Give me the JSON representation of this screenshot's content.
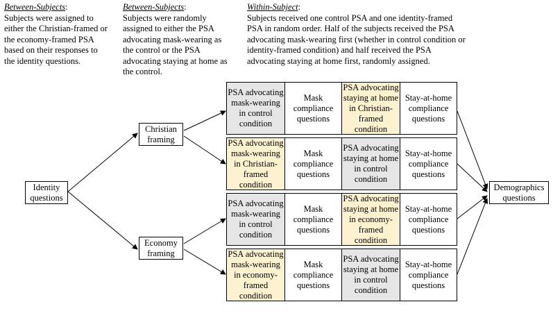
{
  "notes": [
    {
      "heading": "Between-Subjects",
      "suffix": ":",
      "text": "Subjects were assigned to either the Christian-framed or the economy-framed PSA based on their responses to the identity questions."
    },
    {
      "heading": "Between-Subjects",
      "suffix": ":",
      "text": "Subjects were randomly assigned to either the PSA advocating mask-wearing as the control or the PSA advocating staying at home as the control."
    },
    {
      "heading": "Within-Subject",
      "suffix": ":",
      "text": "Subjects received one control PSA and one identity-framed PSA in random order. Half of the subjects received the PSA advocating mask-wearing first (whether in control condition or identity-framed condition) and half received the PSA advocating staying at home first, randomly assigned."
    }
  ],
  "nodes": {
    "identity": "Identity questions",
    "christian": "Christian framing",
    "economy": "Economy framing",
    "demographics": "Demographics questions"
  },
  "rows": [
    {
      "cells": [
        "PSA advocating mask-wearing in control condition",
        "Mask compliance questions",
        "PSA advocating staying at home in Christian-framed condition",
        "Stay-at-home compliance questions"
      ],
      "colors": [
        "#e6e6e6",
        "#ffffff",
        "#fdf2d0",
        "#ffffff"
      ]
    },
    {
      "cells": [
        "PSA advocating mask-wearing in Christian-framed condition",
        "Mask compliance questions",
        "PSA advocating staying at home in control condition",
        "Stay-at-home compliance questions"
      ],
      "colors": [
        "#fdf2d0",
        "#ffffff",
        "#e6e6e6",
        "#ffffff"
      ]
    },
    {
      "cells": [
        "PSA advocating mask-wearing in control condition",
        "Mask compliance questions",
        "PSA advocating staying at home in economy-framed condition",
        "Stay-at-home compliance questions"
      ],
      "colors": [
        "#e6e6e6",
        "#ffffff",
        "#fdf2d0",
        "#ffffff"
      ]
    },
    {
      "cells": [
        "PSA advocating mask-wearing in economy-framed condition",
        "Mask compliance questions",
        "PSA advocating staying at home in control condition",
        "Stay-at-home compliance questions"
      ],
      "colors": [
        "#fdf2d0",
        "#ffffff",
        "#e6e6e6",
        "#ffffff"
      ]
    }
  ]
}
